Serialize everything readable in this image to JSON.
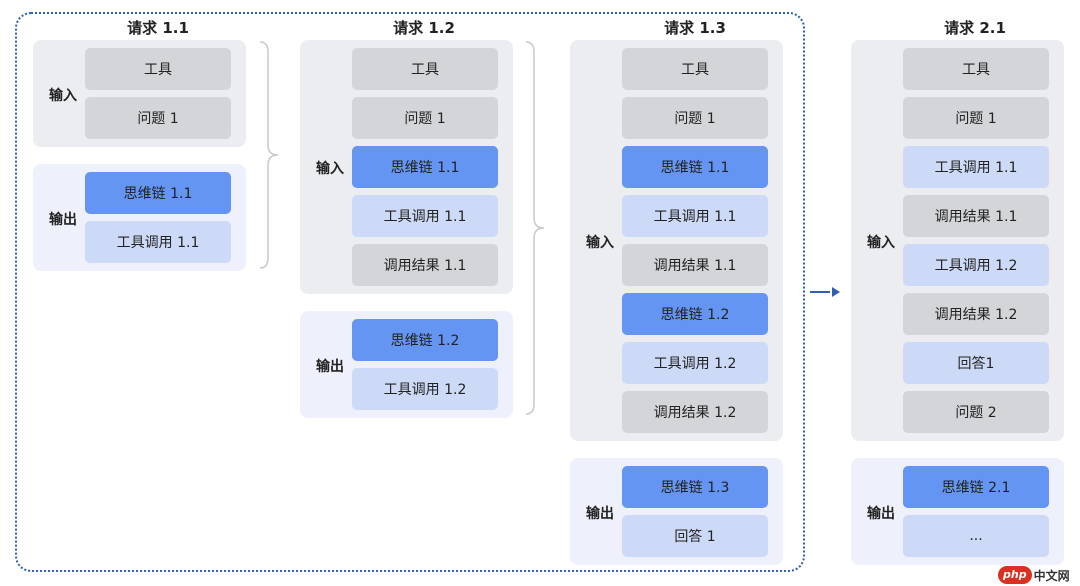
{
  "columns": [
    {
      "title": "请求 1.1",
      "input_label": "输入",
      "output_label": "输出",
      "input": [
        {
          "text": "工具",
          "style": "gray"
        },
        {
          "text": "问题 1",
          "style": "gray"
        }
      ],
      "output": [
        {
          "text": "思维链 1.1",
          "style": "blue"
        },
        {
          "text": "工具调用 1.1",
          "style": "light"
        }
      ]
    },
    {
      "title": "请求 1.2",
      "input_label": "输入",
      "output_label": "输出",
      "input": [
        {
          "text": "工具",
          "style": "gray"
        },
        {
          "text": "问题 1",
          "style": "gray"
        },
        {
          "text": "思维链 1.1",
          "style": "blue"
        },
        {
          "text": "工具调用 1.1",
          "style": "light"
        },
        {
          "text": "调用结果 1.1",
          "style": "gray"
        }
      ],
      "output": [
        {
          "text": "思维链 1.2",
          "style": "blue"
        },
        {
          "text": "工具调用 1.2",
          "style": "light"
        }
      ]
    },
    {
      "title": "请求 1.3",
      "input_label": "输入",
      "output_label": "输出",
      "input": [
        {
          "text": "工具",
          "style": "gray"
        },
        {
          "text": "问题 1",
          "style": "gray"
        },
        {
          "text": "思维链 1.1",
          "style": "blue"
        },
        {
          "text": "工具调用 1.1",
          "style": "light"
        },
        {
          "text": "调用结果 1.1",
          "style": "gray"
        },
        {
          "text": "思维链 1.2",
          "style": "blue"
        },
        {
          "text": "工具调用 1.2",
          "style": "light"
        },
        {
          "text": "调用结果 1.2",
          "style": "gray"
        }
      ],
      "output": [
        {
          "text": "思维链 1.3",
          "style": "blue"
        },
        {
          "text": "回答 1",
          "style": "light"
        }
      ]
    },
    {
      "title": "请求 2.1",
      "input_label": "输入",
      "output_label": "输出",
      "input": [
        {
          "text": "工具",
          "style": "gray"
        },
        {
          "text": "问题 1",
          "style": "gray"
        },
        {
          "text": "工具调用 1.1",
          "style": "light"
        },
        {
          "text": "调用结果 1.1",
          "style": "gray"
        },
        {
          "text": "工具调用 1.2",
          "style": "light"
        },
        {
          "text": "调用结果 1.2",
          "style": "gray"
        },
        {
          "text": "回答1",
          "style": "light"
        },
        {
          "text": "问题 2",
          "style": "gray"
        }
      ],
      "output": [
        {
          "text": "思维链 2.1",
          "style": "blue"
        },
        {
          "text": "...",
          "style": "light"
        }
      ]
    }
  ],
  "colors": {
    "gray": "#d4d5d9",
    "light": "#cddaf7",
    "blue": "#6595f2",
    "dashed_border": "#2f5fb5",
    "arrow": "#2f5fb5"
  },
  "watermark": {
    "badge": "php",
    "text": "中文网"
  }
}
